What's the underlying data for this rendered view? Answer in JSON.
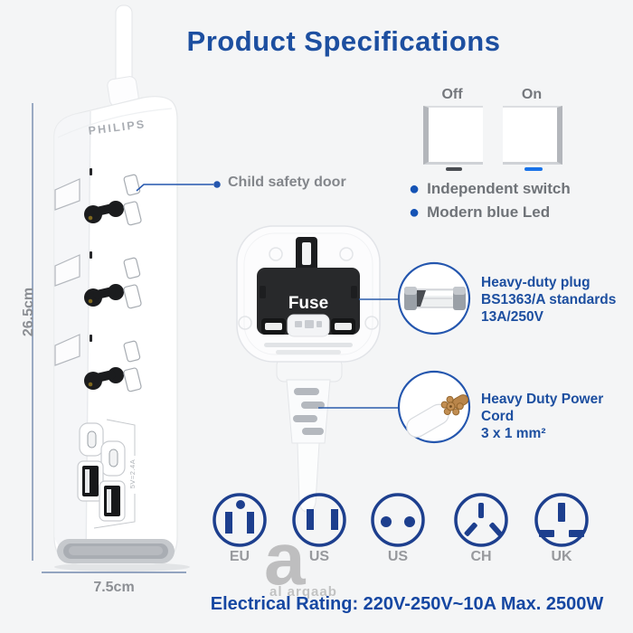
{
  "title": "Product Specifications",
  "strip": {
    "brand": "PHILIPS",
    "usb_rating": "5V=2.4A",
    "height_label": "26.5cm",
    "width_label": "7.5cm"
  },
  "callout": {
    "child_safety": "Child safety door"
  },
  "switch_demo": {
    "off_label": "Off",
    "on_label": "On",
    "bullets": [
      "Independent switch",
      "Modern blue Led"
    ]
  },
  "plug": {
    "fuse_label": "Fuse"
  },
  "features": [
    {
      "icon": "fuse-icon",
      "lines": [
        "Heavy-duty plug",
        "BS1363/A standards",
        "13A/250V"
      ]
    },
    {
      "icon": "power-cord-icon",
      "lines": [
        "Heavy Duty Power Cord",
        "3 x 1 mm²"
      ]
    }
  ],
  "plug_types": [
    "EU",
    "US",
    "US",
    "CH",
    "UK"
  ],
  "electrical_rating": "Electrical Rating: 220V-250V~10A Max. 2500W",
  "watermark": {
    "glyph": "a",
    "name": "al arqaab"
  },
  "colors": {
    "accent_blue": "#1d4fa0",
    "navy_icon": "#1d3f8e",
    "led_on_blue": "#1a73e8",
    "pointer_blue": "#2b5cab",
    "dimension_line": "#7389ad",
    "gray_text": "#77797e",
    "background": "#f4f5f6"
  }
}
